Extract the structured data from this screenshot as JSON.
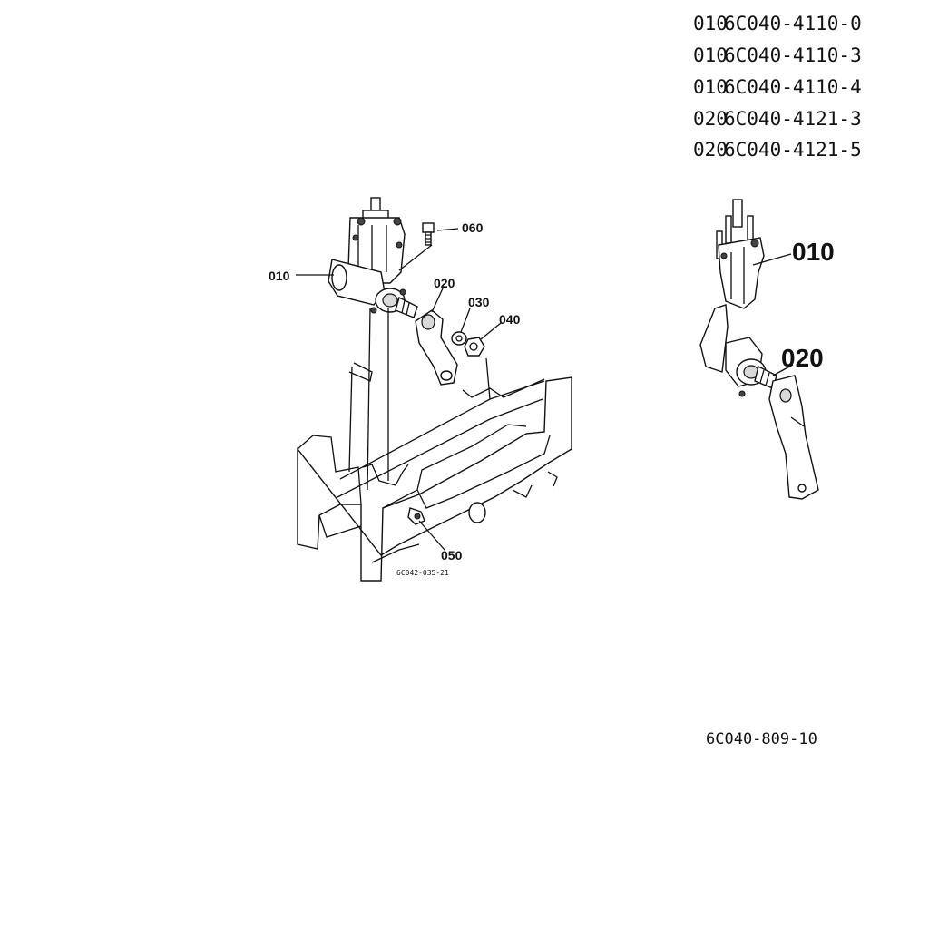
{
  "parts_list": [
    {
      "ref": "010",
      "part_number": "6C040-4110-0"
    },
    {
      "ref": "010",
      "part_number": "6C040-4110-3"
    },
    {
      "ref": "010",
      "part_number": "6C040-4110-4"
    },
    {
      "ref": "020",
      "part_number": "6C040-4121-3"
    },
    {
      "ref": "020",
      "part_number": "6C040-4121-5"
    }
  ],
  "main_view": {
    "callouts": [
      "010",
      "020",
      "030",
      "040",
      "050",
      "060"
    ],
    "drawing_code": "6C042-035-21"
  },
  "detail_view": {
    "callouts": [
      "010",
      "020"
    ]
  },
  "page_code": "6C040-809-10"
}
